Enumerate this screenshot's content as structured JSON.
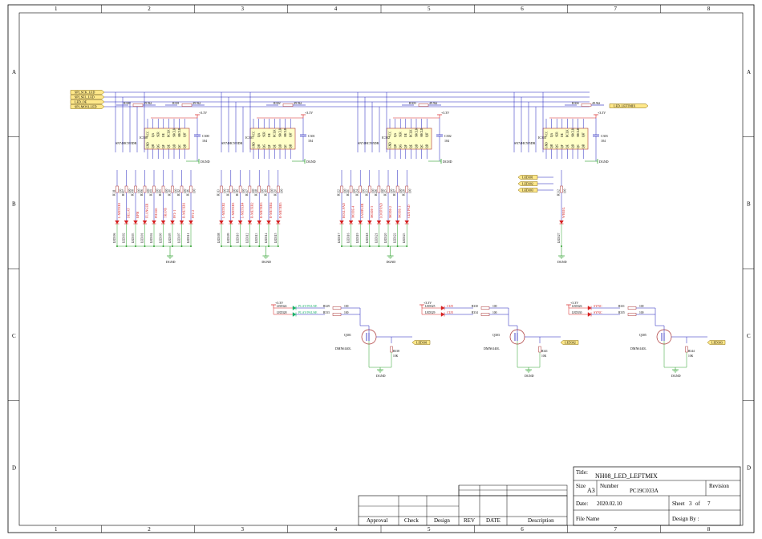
{
  "frame": {
    "columns": [
      "1",
      "2",
      "3",
      "4",
      "5",
      "6",
      "7",
      "8"
    ],
    "rows": [
      "A",
      "B",
      "C",
      "D"
    ]
  },
  "colors": {
    "wire": "#1d1dbd",
    "net_green": "#2ca02c",
    "power_red": "#d62020",
    "port_fill": "#ffe88a",
    "port_stroke": "#8b6c00",
    "body_fill": "#ffffc8",
    "body_stroke": "#a33"
  },
  "ports_left": [
    "SPI_SCK_LED",
    "SPI_SEL_LED",
    "LED_OE",
    "SPI_MOSI_LED"
  ],
  "port_right": "LED_LEFTMIX",
  "pullups": [
    {
      "ref": "R300",
      "val": "49.9Ω"
    },
    {
      "ref": "R301",
      "val": "49.9Ω"
    },
    {
      "ref": "R302",
      "val": "49.9Ω"
    },
    {
      "ref": "R303",
      "val": "49.9Ω"
    },
    {
      "ref": "R304",
      "val": "49.9Ω"
    }
  ],
  "chips": [
    {
      "ref": "IC300",
      "part": "SN74HC595DR",
      "cap": "C300",
      "cap_val": "104",
      "pwr": "+3.3V",
      "gnd": "DGND",
      "pins": [
        "VCC",
        "QA",
        "SER",
        "OE",
        "RCLK",
        "SRCLK",
        "SRCLR",
        "QH'",
        "GND",
        "QH",
        "QG",
        "QF",
        "QE",
        "QD",
        "QC",
        "QB"
      ]
    },
    {
      "ref": "IC301",
      "part": "SN74HC595DR",
      "cap": "C301",
      "cap_val": "104",
      "pwr": "+3.3V",
      "gnd": "DGND",
      "pins": [
        "VCC",
        "QA",
        "SER",
        "OE",
        "RCLK",
        "SRCLK",
        "SRCLR",
        "QH'",
        "GND",
        "QH",
        "QG",
        "QF",
        "QE",
        "QD",
        "QC",
        "QB"
      ]
    },
    {
      "ref": "IC302",
      "part": "SN74HC595DR",
      "cap": "C302",
      "cap_val": "104",
      "pwr": "+3.3V",
      "gnd": "DGND",
      "pins": [
        "VCC",
        "QA",
        "SER",
        "OE",
        "RCLK",
        "SRCLK",
        "SRCLR",
        "QH'",
        "GND",
        "QH",
        "QG",
        "QF",
        "QE",
        "QD",
        "QC",
        "QB"
      ]
    },
    {
      "ref": "IC303",
      "part": "SN74HC595DR",
      "cap": "C303",
      "cap_val": "104",
      "pwr": "+3.3V",
      "gnd": "DGND",
      "pins": [
        "VCC",
        "QA",
        "SER",
        "OE",
        "RCLK",
        "SRCLK",
        "SRCLR",
        "QH'",
        "GND",
        "QH",
        "QG",
        "QF",
        "QE",
        "QD",
        "QC",
        "QB"
      ]
    }
  ],
  "led_groups": [
    {
      "gnd": "DGND",
      "items": [
        {
          "r": "R311",
          "led": "LED306",
          "net": "L-METER1"
        },
        {
          "r": "R307",
          "led": "LED302",
          "net": "DELAY"
        },
        {
          "r": "R308",
          "led": "LED303",
          "net": "BPM"
        },
        {
          "r": "R306",
          "led": "LED301",
          "net": "FLANGER"
        },
        {
          "r": "R309",
          "led": "LED304",
          "net": "PHASE"
        },
        {
          "r": "R305",
          "led": "LED300",
          "net": "TRANS"
        },
        {
          "r": "R310",
          "led": "LED305",
          "net": "PFL-1"
        },
        {
          "r": "R312",
          "led": "LED307",
          "net": "R-METER1"
        },
        {
          "r": "R316",
          "led": "LED311",
          "net": "PFL-2"
        }
      ]
    },
    {
      "gnd": "DGND",
      "items": [
        {
          "r": "R313",
          "led": "LED308",
          "net": "L-METER2"
        },
        {
          "r": "R314",
          "led": "LED309",
          "net": "L-METER3"
        },
        {
          "r": "R315",
          "led": "LED310",
          "net": "L-METER4"
        },
        {
          "r": "R317",
          "led": "LED312",
          "net": "R-METER2"
        },
        {
          "r": "R318",
          "led": "LED313",
          "net": "R-METER3"
        },
        {
          "r": "R319",
          "led": "LED314",
          "net": "R-METER4"
        },
        {
          "r": "R320",
          "led": "LED315",
          "net": "R-METER5"
        }
      ]
    },
    {
      "gnd": "DGND",
      "items": [
        {
          "r": "R322",
          "led": "LED317",
          "net": "ROLL PAD"
        },
        {
          "r": "R321",
          "led": "LED316",
          "net": "MODE-4"
        },
        {
          "r": "R324",
          "led": "LED319",
          "net": "SAMPLER"
        },
        {
          "r": "R323",
          "led": "LED318",
          "net": "MODE-3"
        },
        {
          "r": "R326",
          "led": "LED321",
          "net": "LOOP PAD"
        },
        {
          "r": "R325",
          "led": "LED320",
          "net": "MODE-2"
        },
        {
          "r": "R327",
          "led": "LED322",
          "net": "MODE-1"
        },
        {
          "r": "R328",
          "led": "LED323",
          "net": "CUE PAD"
        }
      ]
    },
    {
      "gnd": "DGND",
      "items": [
        {
          "r": "R332",
          "led": "LED327",
          "net": "WHEEL"
        }
      ]
    }
  ],
  "led_ports": [
    "LED301",
    "LED302",
    "LED303"
  ],
  "drivers": [
    {
      "pwr": "+3.3V",
      "leds": [
        "LED324",
        "LED328"
      ],
      "nets": [
        "PLAY/PAUSE",
        "PLAY/PAUSE"
      ],
      "res": [
        "R329",
        "R333"
      ],
      "vals": [
        "100",
        "100"
      ],
      "q": "Q301",
      "qpart": "DMN6140L",
      "rg": "R338",
      "rg_val": "10K",
      "port": "LED301",
      "gnd": "DGND"
    },
    {
      "pwr": "+3.3V",
      "leds": [
        "LED325",
        "LED329"
      ],
      "nets": [
        "CUE",
        "CUE"
      ],
      "res": [
        "R330",
        "R334"
      ],
      "vals": [
        "100",
        "100"
      ],
      "q": "Q303",
      "qpart": "DMN6140L",
      "rg": "R341",
      "rg_val": "10K",
      "port": "LED302",
      "gnd": "DGND"
    },
    {
      "pwr": "+3.3V",
      "leds": [
        "LED326",
        "LED330"
      ],
      "nets": [
        "SYNC",
        "SYNC"
      ],
      "res": [
        "R331",
        "R335"
      ],
      "vals": [
        "100",
        "100"
      ],
      "q": "Q305",
      "qpart": "DMN6140L",
      "rg": "R344",
      "rg_val": "10K",
      "port": "LED303",
      "gnd": "DGND"
    }
  ],
  "title_block": {
    "title_label": "Title:",
    "title": "NH08_LED_LEFTMIX",
    "size_label": "Size",
    "size": "A3",
    "number_label": "Number",
    "number": "PC19C033A",
    "revision_label": "Revision",
    "date_label": "Date:",
    "date": "2020.02.10",
    "sheet_label": "Sheet",
    "sheet": "3",
    "of_label": "of",
    "sheets": "7",
    "file_label": "File Name",
    "design_label": "Design By :"
  },
  "approval_block": {
    "labels": [
      "Approval",
      "Check",
      "Design",
      "REV",
      "DATE",
      "Description"
    ]
  }
}
